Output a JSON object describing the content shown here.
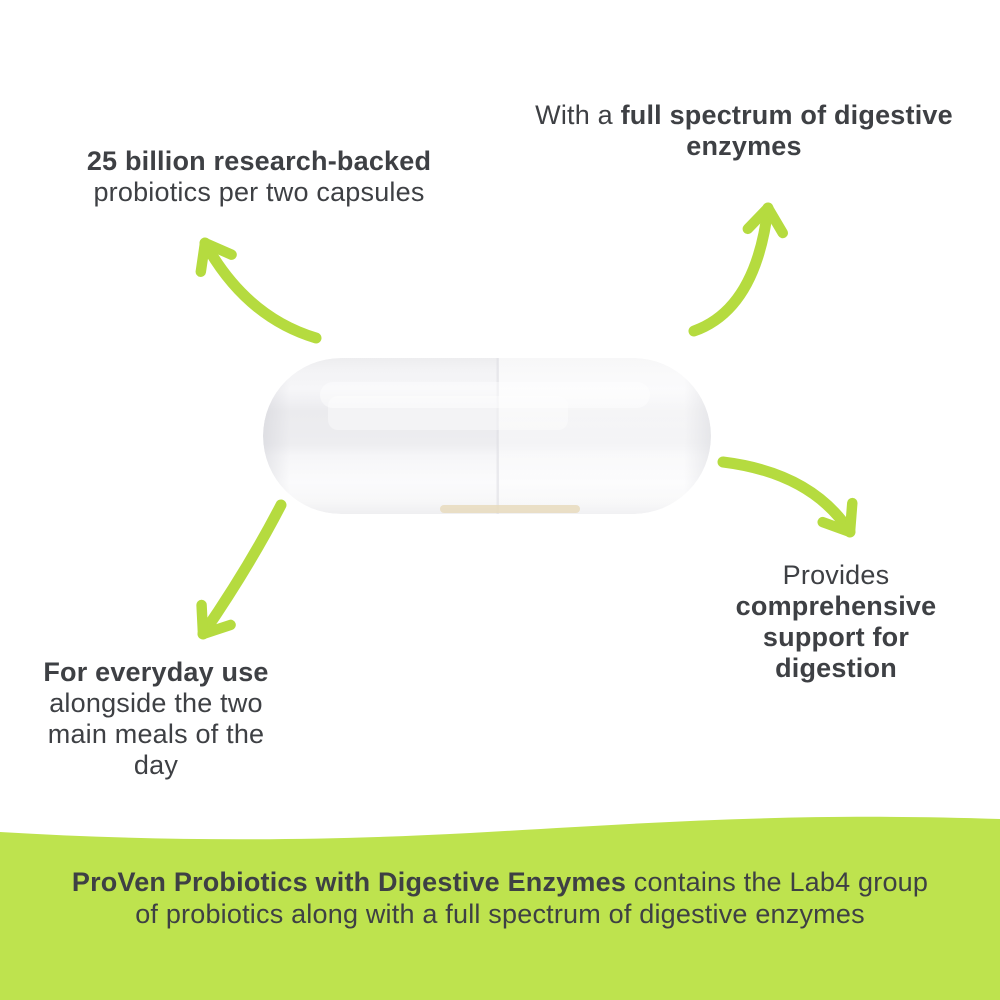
{
  "colors": {
    "accent_green": "#b5db3f",
    "banner_green": "#bee34e",
    "text_dark": "#3e4044",
    "background": "#ffffff"
  },
  "icons": [
    {
      "name": "arrow-top-left-icon",
      "shape": "curved-green-arrow pointing up-left"
    },
    {
      "name": "arrow-top-right-icon",
      "shape": "curved-green-arrow pointing up"
    },
    {
      "name": "arrow-bottom-right-icon",
      "shape": "curved-green-arrow pointing down-right"
    },
    {
      "name": "arrow-bottom-left-icon",
      "shape": "curved-green-arrow pointing down"
    },
    {
      "name": "capsule-image",
      "shape": "white translucent two-part capsule lying horizontally"
    }
  ],
  "callouts": {
    "top_left": {
      "lines": [
        [
          {
            "t": "25 billion research-backed",
            "b": true
          }
        ],
        [
          {
            "t": "probiotics per two capsules",
            "b": false
          }
        ]
      ]
    },
    "top_right": {
      "lines": [
        [
          {
            "t": "With a ",
            "b": false
          },
          {
            "t": "full spectrum of digestive",
            "b": true
          }
        ],
        [
          {
            "t": "enzymes",
            "b": true
          }
        ]
      ]
    },
    "bottom_right": {
      "lines": [
        [
          {
            "t": "Provides",
            "b": false
          }
        ],
        [
          {
            "t": "comprehensive",
            "b": true
          }
        ],
        [
          {
            "t": "support for",
            "b": true
          }
        ],
        [
          {
            "t": "digestion",
            "b": true
          }
        ]
      ]
    },
    "bottom_left": {
      "lines": [
        [
          {
            "t": "For everyday use",
            "b": true
          }
        ],
        [
          {
            "t": "alongside the two",
            "b": false
          }
        ],
        [
          {
            "t": "main meals of the",
            "b": false
          }
        ],
        [
          {
            "t": "day",
            "b": false
          }
        ]
      ]
    }
  },
  "banner": {
    "lines": [
      [
        {
          "t": "ProVen Probiotics with Digestive Enzymes",
          "b": true
        },
        {
          "t": " contains the Lab4 group",
          "b": false
        }
      ],
      [
        {
          "t": "of probiotics along with a full spectrum of digestive enzymes",
          "b": false
        }
      ]
    ]
  }
}
